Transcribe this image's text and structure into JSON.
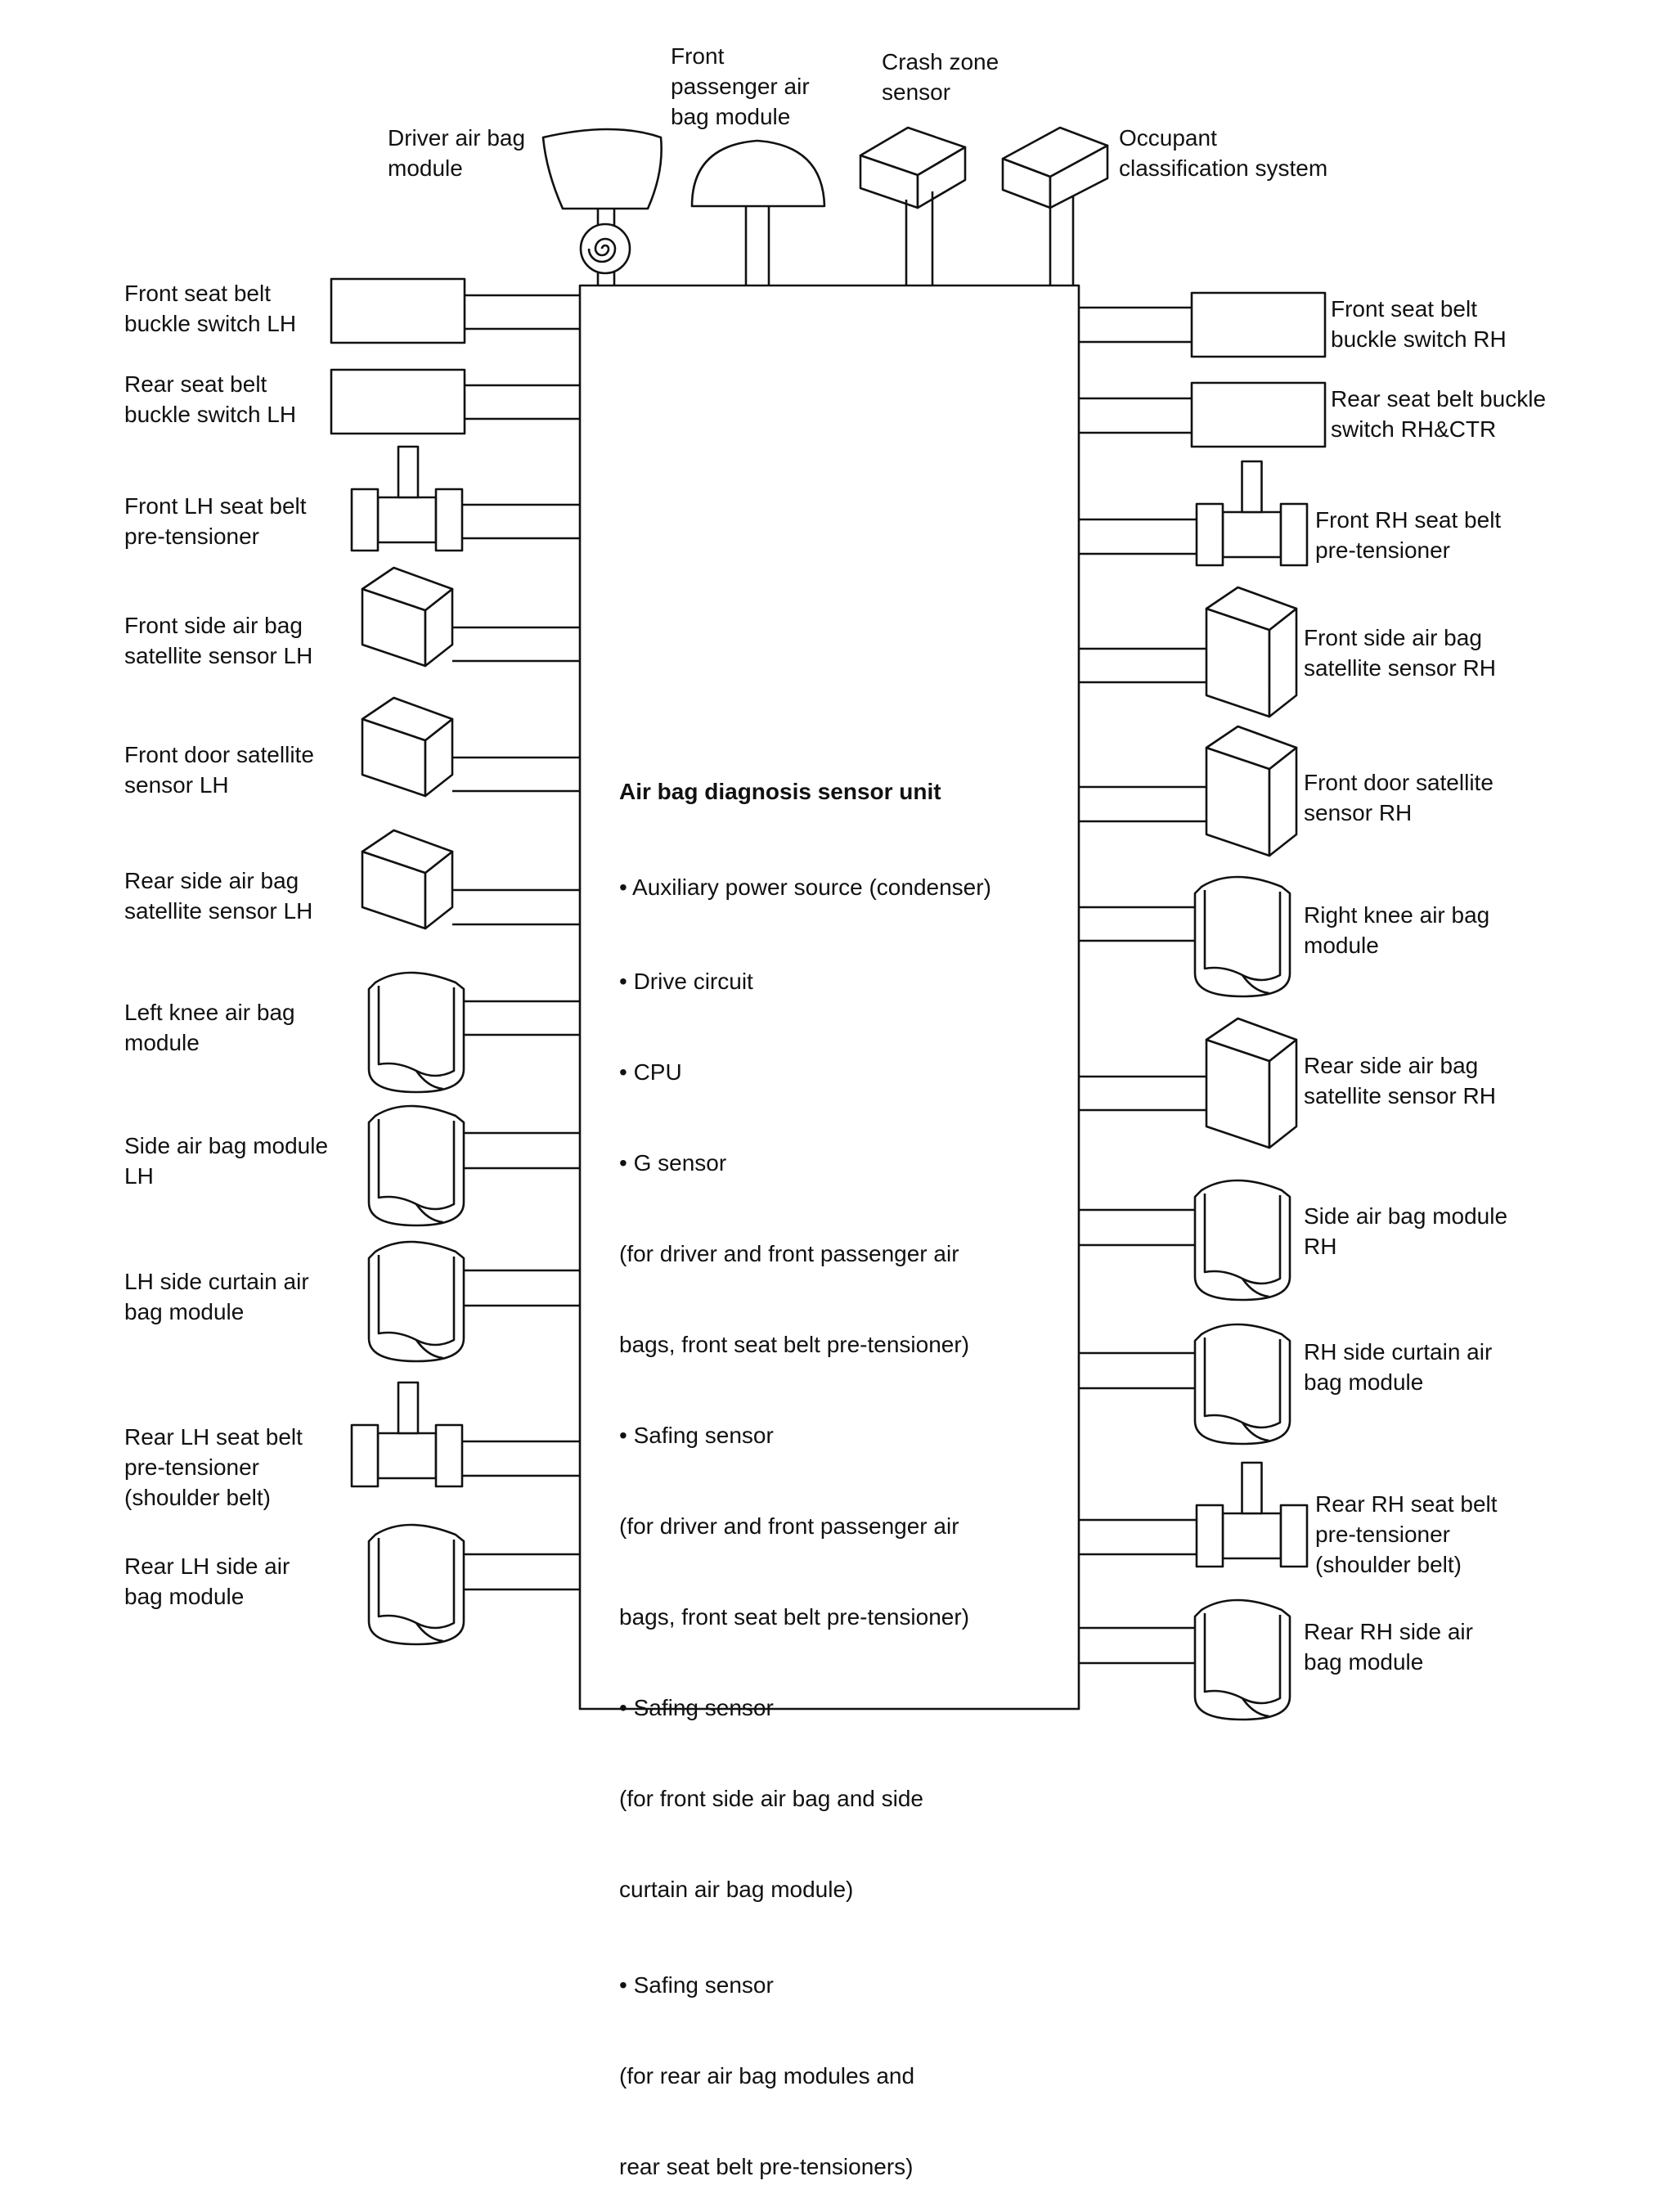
{
  "central_unit": {
    "title": "Air bag diagnosis sensor unit",
    "items": [
      "• Auxiliary power source (condenser)",
      "• Drive circuit",
      "• CPU",
      "• G sensor",
      "(for driver and front passenger air",
      "bags, front seat belt pre-tensioner)",
      "• Safing sensor",
      "(for driver and front passenger air",
      "bags, front seat belt pre-tensioner)",
      "• Safing sensor",
      "(for front side air bag and side",
      "curtain air bag module)",
      "• Safing sensor",
      "(for rear air bag modules and",
      "rear seat belt pre-tensioners)"
    ]
  },
  "top_components": [
    {
      "id": "driver",
      "label": "Driver air bag\nmodule",
      "icon": "steering-wheel-airbag-icon"
    },
    {
      "id": "passenger",
      "label": "Front\npassenger air\nbag module",
      "icon": "dome-airbag-icon"
    },
    {
      "id": "crash",
      "label": "Crash zone\nsensor",
      "icon": "sensor-box-icon"
    },
    {
      "id": "occupant",
      "label": "Occupant\nclassification system",
      "icon": "sensor-box-icon"
    }
  ],
  "left_components": [
    {
      "label": "Front seat belt\nbuckle switch LH",
      "icon": "switch-box-icon"
    },
    {
      "label": "Rear seat belt\nbuckle switch LH",
      "icon": "switch-box-icon"
    },
    {
      "label": "Front LH seat belt\npre-tensioner",
      "icon": "pretensioner-icon"
    },
    {
      "label": "Front side air bag\nsatellite sensor LH",
      "icon": "satellite-sensor-icon"
    },
    {
      "label": "Front door satellite\nsensor LH",
      "icon": "satellite-sensor-icon"
    },
    {
      "label": "Rear side air bag\nsatellite sensor LH",
      "icon": "satellite-sensor-icon"
    },
    {
      "label": "Left knee air bag\nmodule",
      "icon": "airbag-module-icon"
    },
    {
      "label": "Side air bag module\nLH",
      "icon": "airbag-module-icon"
    },
    {
      "label": "LH side curtain air\nbag module",
      "icon": "airbag-module-icon"
    },
    {
      "label": "Rear LH seat belt\npre-tensioner\n(shoulder belt)",
      "icon": "pretensioner-icon"
    },
    {
      "label": "Rear LH side air\nbag module",
      "icon": "airbag-module-icon"
    }
  ],
  "right_components": [
    {
      "label": "Front seat belt\nbuckle switch RH",
      "icon": "switch-box-icon"
    },
    {
      "label": "Rear seat belt buckle\nswitch RH&CTR",
      "icon": "switch-box-icon"
    },
    {
      "label": "Front RH seat belt\npre-tensioner",
      "icon": "pretensioner-icon"
    },
    {
      "label": "Front side air bag\nsatellite sensor RH",
      "icon": "satellite-sensor-icon"
    },
    {
      "label": "Front door satellite\nsensor RH",
      "icon": "satellite-sensor-icon"
    },
    {
      "label": "Right knee air bag\nmodule",
      "icon": "airbag-module-icon"
    },
    {
      "label": "Rear side air bag\nsatellite sensor RH",
      "icon": "satellite-sensor-icon"
    },
    {
      "label": "Side air bag module\nRH",
      "icon": "airbag-module-icon"
    },
    {
      "label": "RH side curtain air\nbag module",
      "icon": "airbag-module-icon"
    },
    {
      "label": "Rear RH seat belt\npre-tensioner\n(shoulder belt)",
      "icon": "pretensioner-icon"
    },
    {
      "label": "Rear RH side air\nbag module",
      "icon": "airbag-module-icon"
    }
  ]
}
